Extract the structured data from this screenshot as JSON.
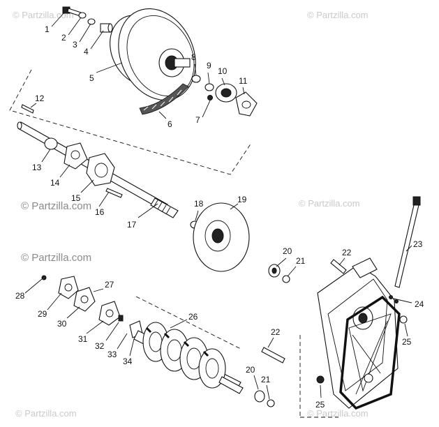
{
  "watermarks": {
    "primary": "© Partzilla.com",
    "faint": "© Partzilla.com"
  },
  "callouts": [
    "1",
    "2",
    "3",
    "4",
    "5",
    "6",
    "7",
    "8",
    "9",
    "10",
    "11",
    "12",
    "13",
    "14",
    "15",
    "16",
    "17",
    "18",
    "19",
    "20",
    "21",
    "22",
    "23",
    "24",
    "25",
    "26",
    "27",
    "28",
    "29",
    "30",
    "31",
    "32",
    "33",
    "34",
    "22",
    "20",
    "21",
    "25"
  ]
}
